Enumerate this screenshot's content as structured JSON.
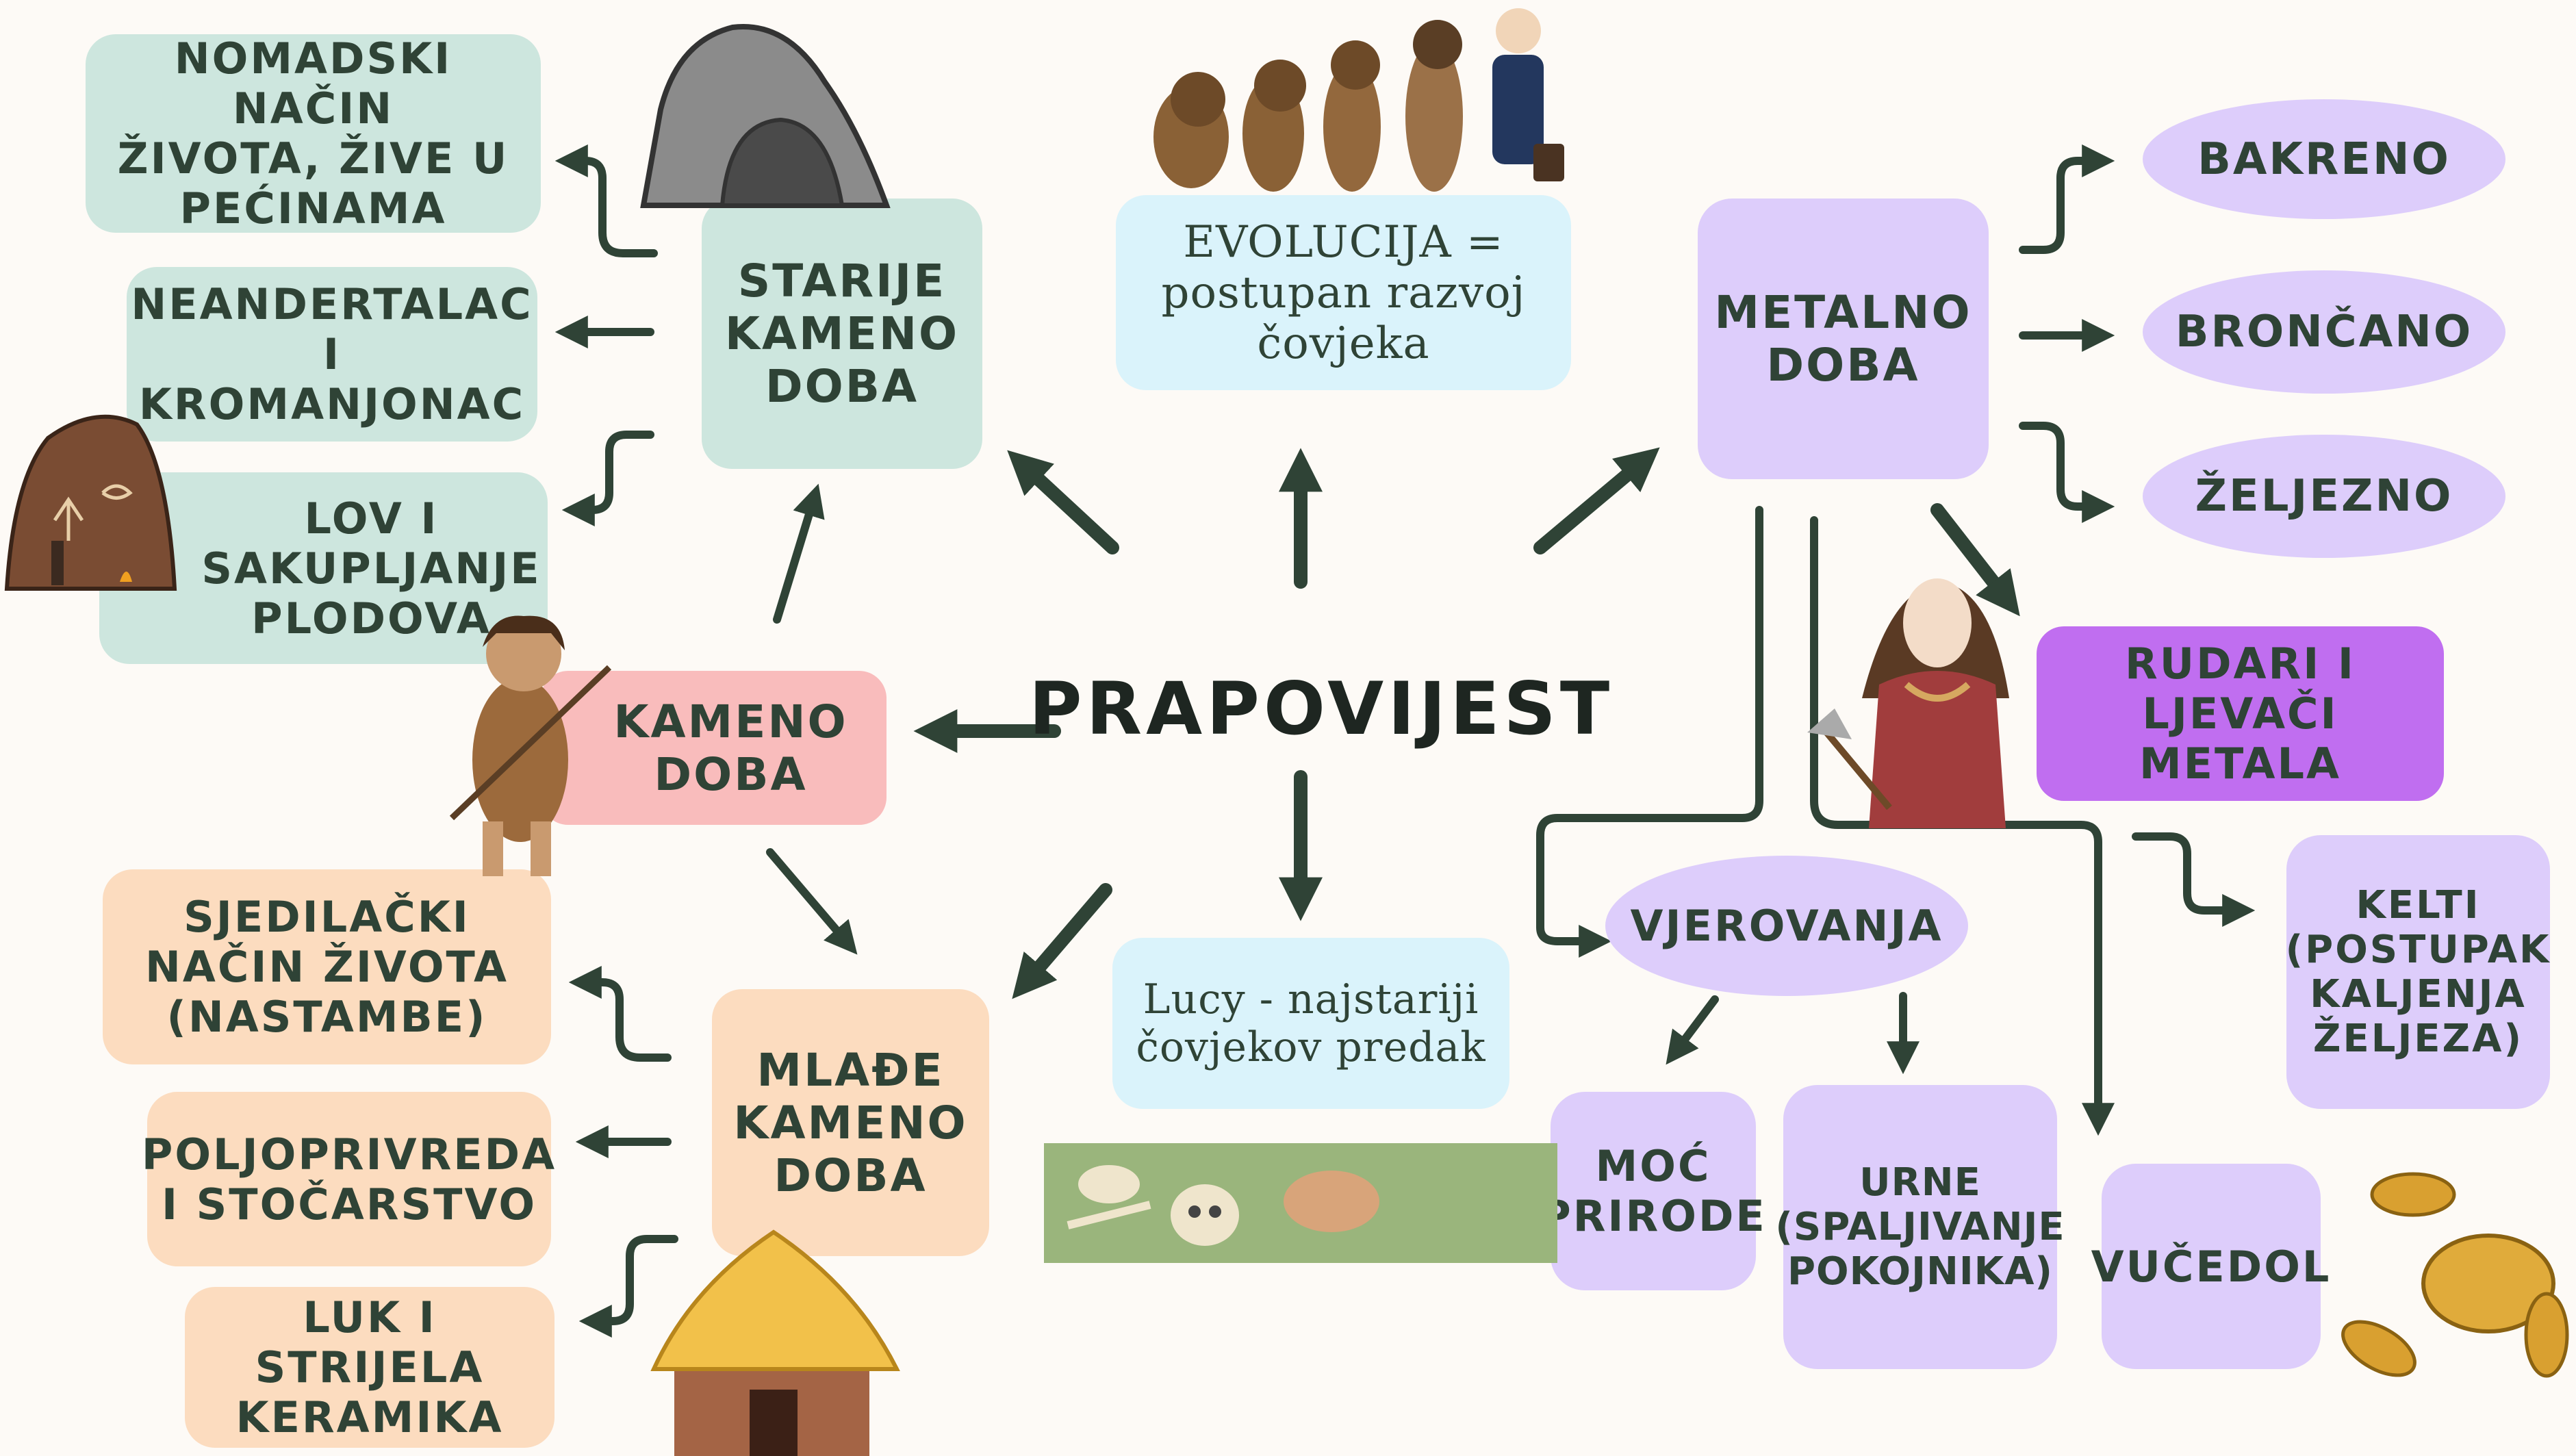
{
  "diagram": {
    "center": "PRAPOVIJEST",
    "kameno_doba": "KAMENO\nDOBA",
    "starije": {
      "label": "STARIJE\nKAMENO\nDOBA",
      "items": [
        "NOMADSKI NAČIN\nŽIVOTA, ŽIVE U\nPEĆINAMA",
        "NEANDERTALAC I\nKROMANJONAC",
        "LOV I\nSAKUPLJANJE\nPLODOVA"
      ]
    },
    "mlade": {
      "label": "MLAĐE\nKAMENO\nDOBA",
      "items": [
        "SJEDILAČKI\nNAČIN ŽIVOTA\n(NASTAMBE)",
        "POLJOPRIVREDA\nI STOČARSTVO",
        "LUK I STRIJELA\nKERAMIKA"
      ]
    },
    "evolucija": "EVOLUCIJA =\npostupan razvoj\nčovjeka",
    "lucy": "Lucy - najstariji\nčovjekov predak",
    "metalno": {
      "label": "METALNO\nDOBA",
      "ages": [
        "BAKRENO",
        "BRONČANO",
        "ŽELJEZNO"
      ],
      "rudari": "RUDARI I LJEVAČI\nMETALA",
      "kelti": "KELTI\n(POSTUPAK\nKALJENJA\nŽELJEZA)",
      "vjerovanja": "VJEROVANJA",
      "moc": "MOĆ\nPRIRODE",
      "urne": "URNE\n(SPALJIVANJE\nPOKOJNIKA)",
      "vucedol": "VUČEDOL"
    }
  },
  "colors": {
    "mint": "#cde6de",
    "peach": "#fcdcbf",
    "pink": "#f9bcbc",
    "sky": "#daf3fb",
    "lavender": "#ddcdfb",
    "purple": "#c06ef0",
    "arrow": "#2f4336"
  },
  "icons": [
    "cave-icon",
    "evolution-figures-icon",
    "cave-painting-icon",
    "caveman-icon",
    "hut-icon",
    "fossil-bones-icon",
    "iron-age-woman-icon",
    "coins-icon"
  ]
}
